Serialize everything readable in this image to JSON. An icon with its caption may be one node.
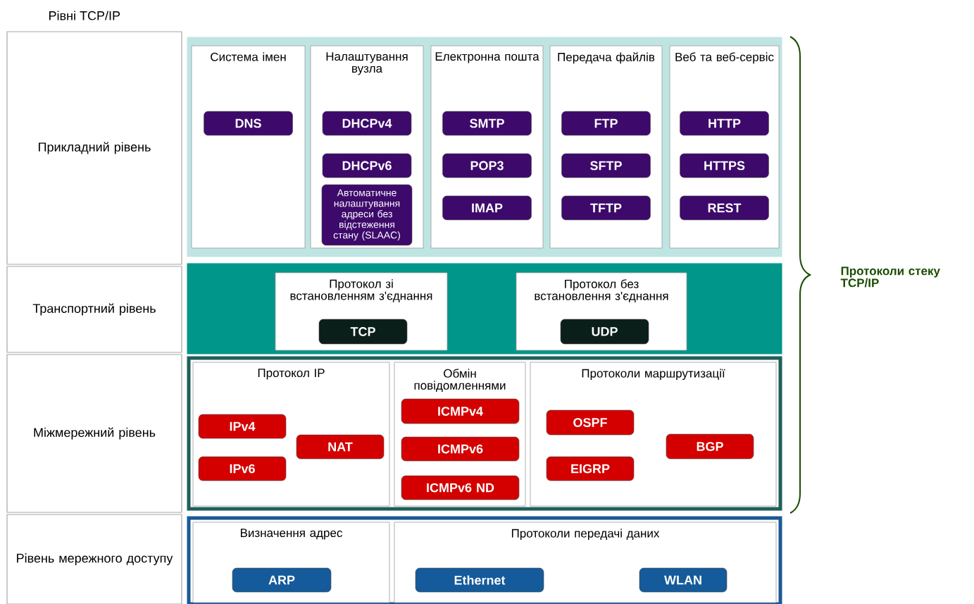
{
  "diagram": {
    "title": "Рівні TCP/IP",
    "nodes": [
      {
        "text": [
          "Прикладний рівень"
        ]
      },
      {
        "text": [],
        "shape": "band"
      },
      {
        "text": [
          "Система імен"
        ],
        "in": 1
      },
      {
        "text": [
          "DNS"
        ],
        "in": 2
      },
      {
        "text": [
          "Налаштування вузла"
        ],
        "in": 1
      },
      {
        "text": [
          "DHCPv4"
        ],
        "in": 4
      },
      {
        "text": [
          "DHCPv6"
        ],
        "in": 4
      },
      {
        "text": [
          "Автоматичне налаштування адреси без відстеження стану (SLAAC)"
        ],
        "in": 4
      },
      {
        "text": [
          "Електронна пошта"
        ],
        "in": 1
      },
      {
        "text": [
          "SMTP"
        ],
        "in": 8
      },
      {
        "text": [
          "POP3"
        ],
        "in": 8
      },
      {
        "text": [
          "IMAP"
        ],
        "in": 8
      },
      {
        "text": [
          "Передача файлів"
        ],
        "in": 1
      },
      {
        "text": [
          "FTP"
        ],
        "in": 12
      },
      {
        "text": [
          "SFTP"
        ],
        "in": 12
      },
      {
        "text": [
          "TFTP"
        ],
        "in": 12
      },
      {
        "text": [
          "Веб та веб-сервіс"
        ],
        "in": 1
      },
      {
        "text": [
          "HTTP"
        ],
        "in": 16
      },
      {
        "text": [
          "HTTPS"
        ],
        "in": 16
      },
      {
        "text": [
          "REST"
        ],
        "in": 16
      },
      {
        "text": [
          "Транспортний рівень"
        ]
      },
      {
        "text": [],
        "shape": "band"
      },
      {
        "text": [
          "Протокол зі встановленням з'єднання"
        ],
        "in": 21
      },
      {
        "text": [
          "TCP"
        ],
        "in": 22
      },
      {
        "text": [
          "Протокол без встановлення з'єднання"
        ],
        "in": 21
      },
      {
        "text": [
          "UDP"
        ],
        "in": 24
      },
      {
        "text": [
          "Міжмережний рівень"
        ]
      },
      {
        "text": [],
        "shape": "band"
      },
      {
        "text": [
          "Протокол IP"
        ],
        "in": 27
      },
      {
        "text": [
          "IPv4"
        ],
        "in": 28
      },
      {
        "text": [
          "IPv6"
        ],
        "in": 28
      },
      {
        "text": [
          "NAT"
        ],
        "in": 28
      },
      {
        "text": [
          "Обмін повідомленнями"
        ],
        "in": 27
      },
      {
        "text": [
          "ICMPv4"
        ],
        "in": 32
      },
      {
        "text": [
          "ICMPv6"
        ],
        "in": 32
      },
      {
        "text": [
          "ICMPv6 ND"
        ],
        "in": 32
      },
      {
        "text": [
          "Протоколи маршрутизації"
        ],
        "in": 27
      },
      {
        "text": [
          "OSPF"
        ],
        "in": 36
      },
      {
        "text": [
          "EIGRP"
        ],
        "in": 36
      },
      {
        "text": [
          "BGP"
        ],
        "in": 36
      },
      {
        "text": [
          "Рівень мережного доступу"
        ]
      },
      {
        "text": [],
        "shape": "band"
      },
      {
        "text": [
          "Визначення адрес"
        ],
        "in": 41
      },
      {
        "text": [
          "ARP"
        ],
        "in": 42
      },
      {
        "text": [
          "Протоколи передачі даних"
        ],
        "in": 41
      },
      {
        "text": [
          "Ethernet"
        ],
        "in": 44
      },
      {
        "text": [
          "WLAN"
        ],
        "in": 44
      }
    ],
    "labels": [
      "Протоколи стеку TCP/IP"
    ]
  }
}
